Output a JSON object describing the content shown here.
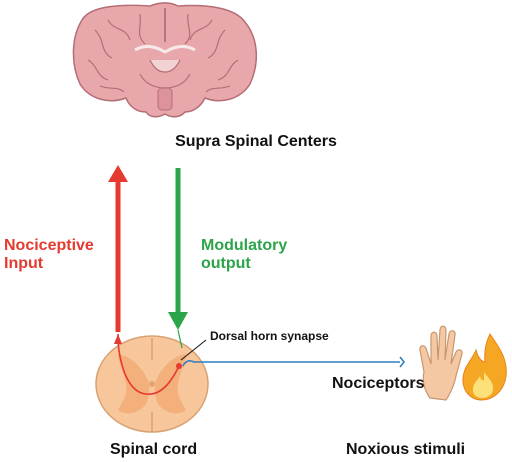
{
  "labels": {
    "supra": "Supra Spinal Centers",
    "nociceptive_line1": "Nociceptive",
    "nociceptive_line2": "Input",
    "modulatory_line1": "Modulatory",
    "modulatory_line2": "output",
    "dorsal_horn": "Dorsal horn synapse",
    "nociceptors": "Nociceptors",
    "spinal_cord": "Spinal cord",
    "noxious": "Noxious stimuli"
  },
  "colors": {
    "ascending": "#e53a2f",
    "descending": "#2ca44a",
    "brain": "#e7a7ab",
    "cord": "#f8c69b",
    "nerve": "#2f7fc0"
  },
  "icons": [
    "brain-icon",
    "spinal-cord-icon",
    "hand-icon",
    "flame-icon"
  ]
}
